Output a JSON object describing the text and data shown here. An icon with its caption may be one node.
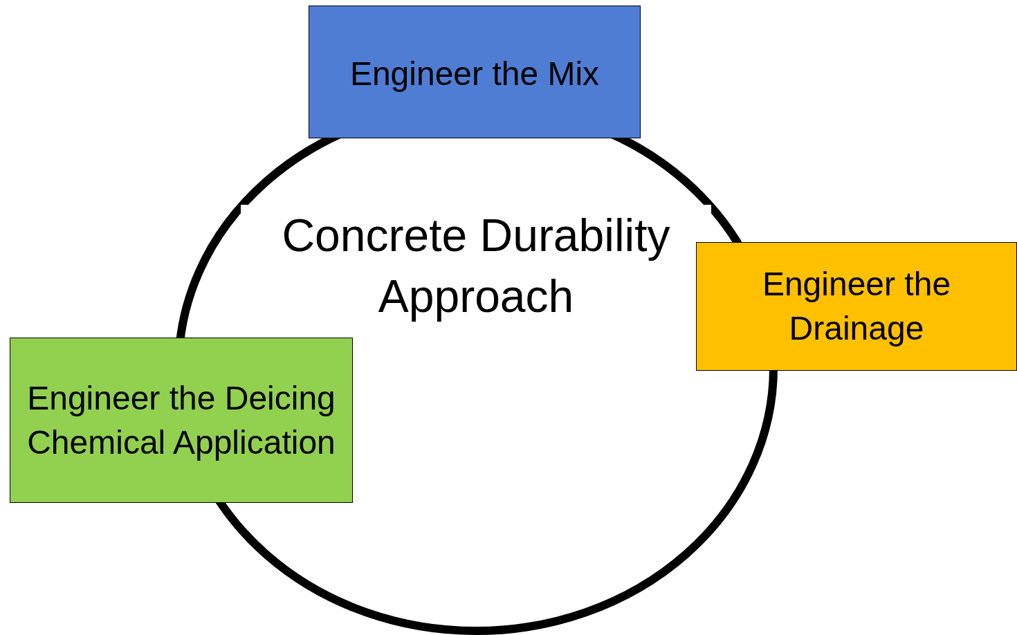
{
  "diagram": {
    "nodes": [
      {
        "text": [
          "Engineer the Mix"
        ]
      },
      {
        "text": [
          "Concrete Durability Approach"
        ]
      },
      {
        "text": [
          "Engineer the Drainage"
        ]
      },
      {
        "text": [
          "Engineer the Deicing Chemical Application"
        ]
      }
    ]
  }
}
